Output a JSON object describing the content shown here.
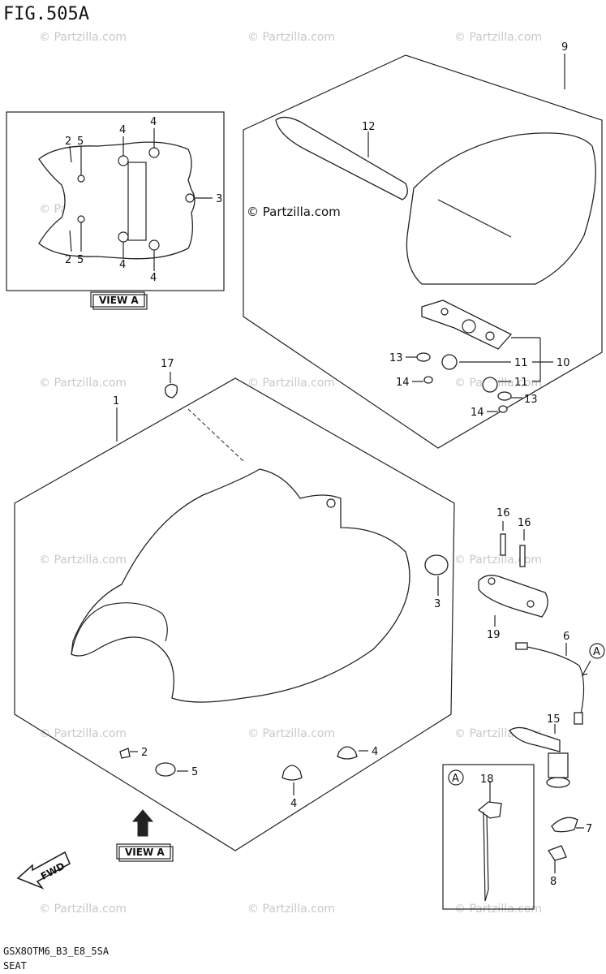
{
  "title": "FIG.505A",
  "copyright": "© Partzilla.com",
  "watermark": "© Partzilla.com",
  "view_a": "VIEW A",
  "fwd": "FWD",
  "callout_a": "A",
  "footer_code": "GSX8OTM6_B3_E8_5SA",
  "footer_name": "SEAT",
  "labels": {
    "p1": "1",
    "p2a": "2",
    "p2b": "2",
    "p2c": "2",
    "p3a": "3",
    "p3b": "3",
    "p4a": "4",
    "p4b": "4",
    "p4c": "4",
    "p4d": "4",
    "p4e": "4",
    "p4f": "4",
    "p5a": "5",
    "p5b": "5",
    "p5c": "5",
    "p6": "6",
    "p7": "7",
    "p8": "8",
    "p9": "9",
    "p10": "10",
    "p11a": "11",
    "p11b": "11",
    "p12": "12",
    "p13a": "13",
    "p13b": "13",
    "p14a": "14",
    "p14b": "14",
    "p15": "15",
    "p16a": "16",
    "p16b": "16",
    "p17": "17",
    "p18": "18",
    "p19": "19"
  }
}
